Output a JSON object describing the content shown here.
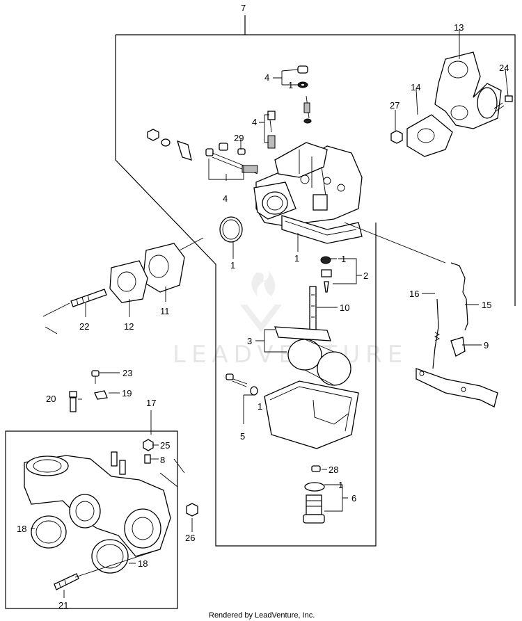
{
  "callouts": [
    {
      "id": "c7",
      "text": "7"
    },
    {
      "id": "c4a",
      "text": "4"
    },
    {
      "id": "c1a",
      "text": "1"
    },
    {
      "id": "c4b",
      "text": "4"
    },
    {
      "id": "c29",
      "text": "29"
    },
    {
      "id": "c4c",
      "text": "4"
    },
    {
      "id": "c13",
      "text": "13"
    },
    {
      "id": "c24",
      "text": "24"
    },
    {
      "id": "c14",
      "text": "14"
    },
    {
      "id": "c27",
      "text": "27"
    },
    {
      "id": "c1b",
      "text": "1"
    },
    {
      "id": "c1c",
      "text": "1"
    },
    {
      "id": "c1d",
      "text": "1"
    },
    {
      "id": "c2",
      "text": "2"
    },
    {
      "id": "c10",
      "text": "10"
    },
    {
      "id": "c3",
      "text": "3"
    },
    {
      "id": "c16",
      "text": "16"
    },
    {
      "id": "c15",
      "text": "15"
    },
    {
      "id": "c9",
      "text": "9"
    },
    {
      "id": "c22",
      "text": "22"
    },
    {
      "id": "c12",
      "text": "12"
    },
    {
      "id": "c11",
      "text": "11"
    },
    {
      "id": "c23",
      "text": "23"
    },
    {
      "id": "c20",
      "text": "20"
    },
    {
      "id": "c19",
      "text": "19"
    },
    {
      "id": "c17",
      "text": "17"
    },
    {
      "id": "c1e",
      "text": "1"
    },
    {
      "id": "c5",
      "text": "5"
    },
    {
      "id": "c25",
      "text": "25"
    },
    {
      "id": "c8",
      "text": "8"
    },
    {
      "id": "c28",
      "text": "28"
    },
    {
      "id": "c1f",
      "text": "1"
    },
    {
      "id": "c6",
      "text": "6"
    },
    {
      "id": "c18a",
      "text": "18"
    },
    {
      "id": "c26",
      "text": "26"
    },
    {
      "id": "c18b",
      "text": "18"
    },
    {
      "id": "c21",
      "text": "21"
    }
  ],
  "watermark": "LEADVENTURE",
  "footer": "Rendered by LeadVenture, Inc."
}
